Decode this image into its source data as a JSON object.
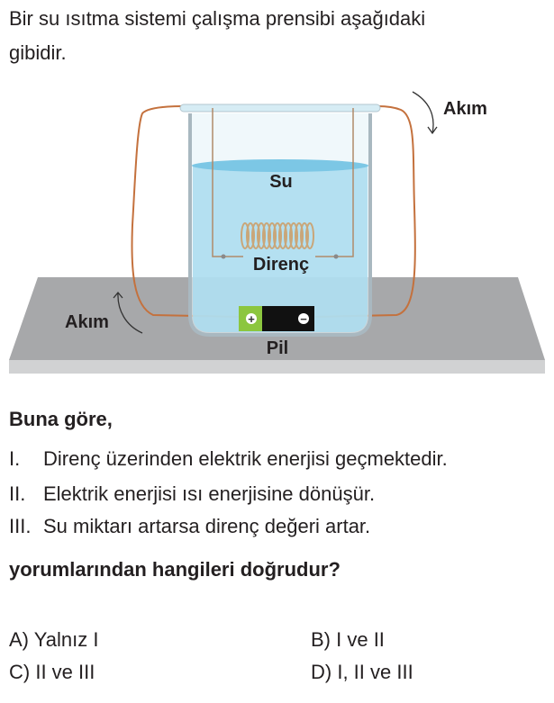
{
  "question": {
    "intro_lines": [
      "Bir su ısıtma sistemi çalışma prensibi aşağıdaki",
      "gibidir."
    ],
    "lead": "Buna göre,",
    "statements": [
      {
        "num": "I.",
        "text": "Direnç üzerinden elektrik enerjisi geçmektedir."
      },
      {
        "num": "II.",
        "text": "Elektrik enerjisi ısı enerjisine dönüşür."
      },
      {
        "num": "III.",
        "text": "Su miktarı artarsa direnç değeri artar."
      }
    ],
    "prompt": "yorumlarından hangileri doğrudur?"
  },
  "diagram": {
    "labels": {
      "water": "Su",
      "resistor": "Direnç",
      "battery": "Pil",
      "current_top": "Akım",
      "current_left": "Akım"
    },
    "battery_plus": "+",
    "battery_minus": "−"
  },
  "options": [
    {
      "label": "A)",
      "text": "Yalnız I"
    },
    {
      "label": "B)",
      "text": "I ve II"
    },
    {
      "label": "C)",
      "text": "II ve III"
    },
    {
      "label": "D)",
      "text": "I, II ve III"
    }
  ]
}
